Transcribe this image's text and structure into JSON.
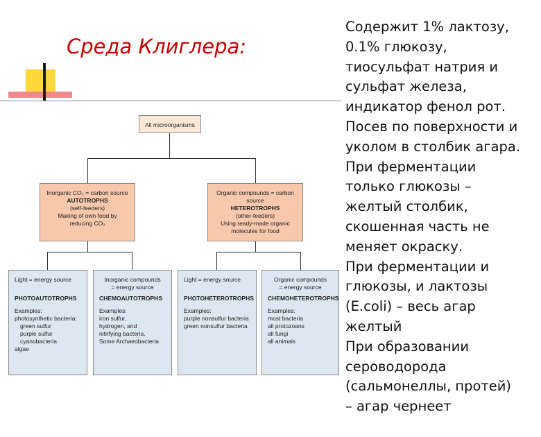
{
  "title": "Среда Клиглера:",
  "right_text": [
    "Содержит 1% лактозу,",
    "0.1% глюкозу,",
    "тиосульфат натрия и",
    "сульфат железа,",
    "индикатор фенол рот.",
    "Посев по поверхности и",
    "уколом в столбик агара.",
    "При ферментации",
    "только глюкозы –",
    "желтый столбик,",
    "скошенная часть не",
    "меняет окраску.",
    "При ферментации и",
    "глюкозы, и лактозы",
    "(E.coli) – весь агар",
    "желтый",
    "При образовании",
    "сероводорода",
    "(сальмонеллы, протей)",
    "– агар чернеет"
  ],
  "diagram": {
    "root": "All microorganisms",
    "autotrophs": {
      "line1": "Inorganic CO₂ = carbon source",
      "name": "AUTOTROPHS",
      "line3": "(self-feeders)",
      "line4": "Making of own food by",
      "line5": "reducing CO₂"
    },
    "heterotrophs": {
      "line1": "Organic compounds = carbon source",
      "name": "HETEROTROPHS",
      "line3": "(other-feeders)",
      "line4": "Using ready-made organic",
      "line5": "molecules for food"
    },
    "photoautotrophs": {
      "hdr1": "Light = energy source",
      "name": "PHOTOAUTOTROPHS",
      "examples_label": "Examples:",
      "ex0": "photosynthetic bacteria:",
      "ex1": "green sulfur",
      "ex2": "purple sulfur",
      "ex3": "cyanobacteria",
      "ex4": "algae"
    },
    "chemoautotrophs": {
      "hdr1": "Inorganic compounds",
      "hdr2": "= energy source",
      "name": "CHEMOAUTOTROPHS",
      "examples_label": "Examples:",
      "ex0": "iron sulfur,",
      "ex1": "hydrogen, and",
      "ex2": "nitrifying bacteria.",
      "ex3": "Some Archaeobacteria"
    },
    "photoheterotrophs": {
      "hdr1": "Light = energy source",
      "name": "PHOTOHETEROTROPHS",
      "examples_label": "Examples:",
      "ex0": "purple nonsulfur bacteria",
      "ex1": "green nonsulfur bacteria"
    },
    "chemoheterotrophs": {
      "hdr1": "Organic compounds",
      "hdr2": "= energy source",
      "name": "CHEMOHETEROTROPHS",
      "examples_label": "Examples:",
      "ex0": "most bacteria",
      "ex1": "all protozoans",
      "ex2": "all fungi",
      "ex3": "all animals"
    }
  },
  "colors": {
    "title": "#cc0000",
    "root_box": "#fbe9d6",
    "mid_box": "#f8c8ac",
    "leaf_box": "#dde7f1"
  }
}
